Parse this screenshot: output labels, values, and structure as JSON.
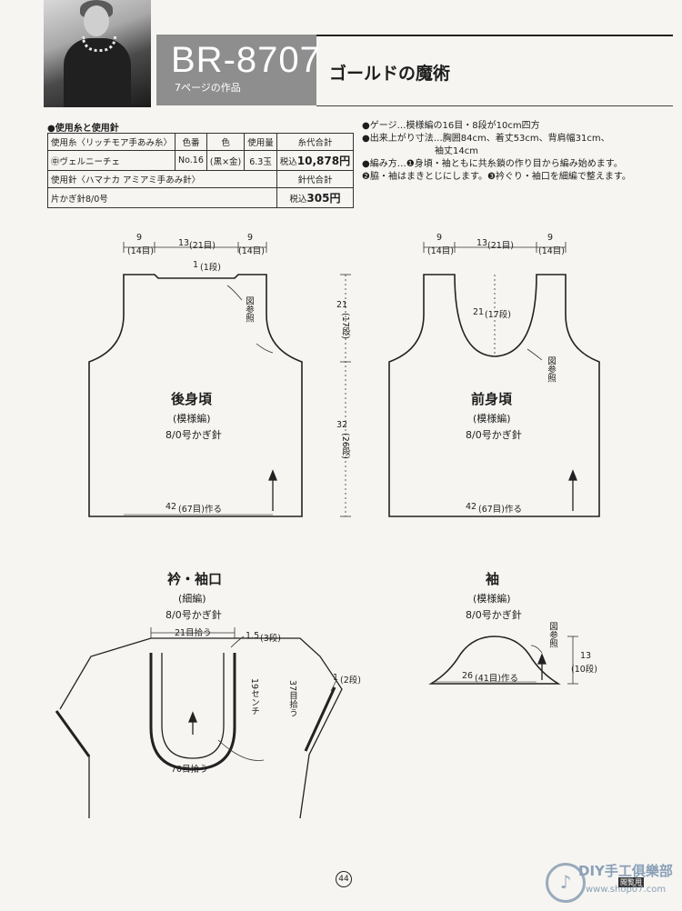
{
  "header": {
    "code": "BR-8707",
    "page_ref": "7ページの作品",
    "title": "ゴールドの魔術"
  },
  "materials": {
    "heading": "●使用糸と使用針",
    "yarn_columns": [
      "使用糸〈リッチモア手あみ糸〉",
      "色番",
      "色",
      "使用量",
      "糸代合計"
    ],
    "yarn_row": [
      "㊥ヴェルニーチェ",
      "No.16",
      "(黒×金)",
      "6.3玉",
      "税込",
      "10,878円"
    ],
    "needle_label": "使用針〈ハマナカ アミアミ手あみ針〉",
    "needle_cost_label": "針代合計",
    "needle_name": "片かぎ針8/0号",
    "needle_cost_prefix": "税込",
    "needle_cost": "305円"
  },
  "notes": {
    "lines": [
      "●ゲージ…模様編の16目・8段が10cm四方",
      "●出来上がり寸法…胸囲84cm、着丈53cm、背肩幅31cm、",
      "　　　　　　　　袖丈14cm",
      "●編み方…❶身頃・袖ともに共糸鎖の作り目から編み始めます。",
      "❷脇・袖はまきとじにします。❸衿ぐり・袖口を細編で整えます。"
    ]
  },
  "back": {
    "name": "後身頃",
    "stitch": "(模様編)",
    "hook": "8/0号かぎ針",
    "dim_side": "9",
    "dim_side_sub": "(14目)",
    "dim_center": "13",
    "dim_center_sub": "(21目)",
    "dim_neck": "1",
    "dim_neck_sub": "(1段)",
    "ref": "図参照",
    "bottom": "42",
    "bottom_sub": "(67目)作る",
    "armhole_h": "21",
    "armhole_h_sub": "(17段)",
    "body_h": "32",
    "body_h_sub": "(26段)"
  },
  "front": {
    "name": "前身頃",
    "stitch": "(模様編)",
    "hook": "8/0号かぎ針",
    "dim_side": "9",
    "dim_side_sub": "(14目)",
    "dim_center": "13",
    "dim_center_sub": "(21目)",
    "neck_h": "21",
    "neck_h_sub": "(17段)",
    "ref": "図参照",
    "bottom": "42",
    "bottom_sub": "(67目)作る"
  },
  "collar": {
    "name": "衿・袖口",
    "stitch": "(細編)",
    "hook": "8/0号かぎ針",
    "pickup_top": "21目拾う",
    "band": "1.5",
    "band_sub": "(3段)",
    "depth": "19センチ",
    "sleeve_pick": "37目拾う",
    "sleeve_band": "1",
    "sleeve_band_sub": "(2段)",
    "pickup_bottom": "70目拾う"
  },
  "sleeve": {
    "name": "袖",
    "stitch": "(模様編)",
    "hook": "8/0号かぎ針",
    "ref": "図参照",
    "height": "13",
    "height_sub": "(10段)",
    "bottom": "26",
    "bottom_sub": "(41目)作る"
  },
  "footer": {
    "page_number": "44",
    "watermark_brand": "DIY手工俱樂部",
    "watermark_site": "www.shop07.com",
    "watermark_tag": "閲覧用"
  }
}
